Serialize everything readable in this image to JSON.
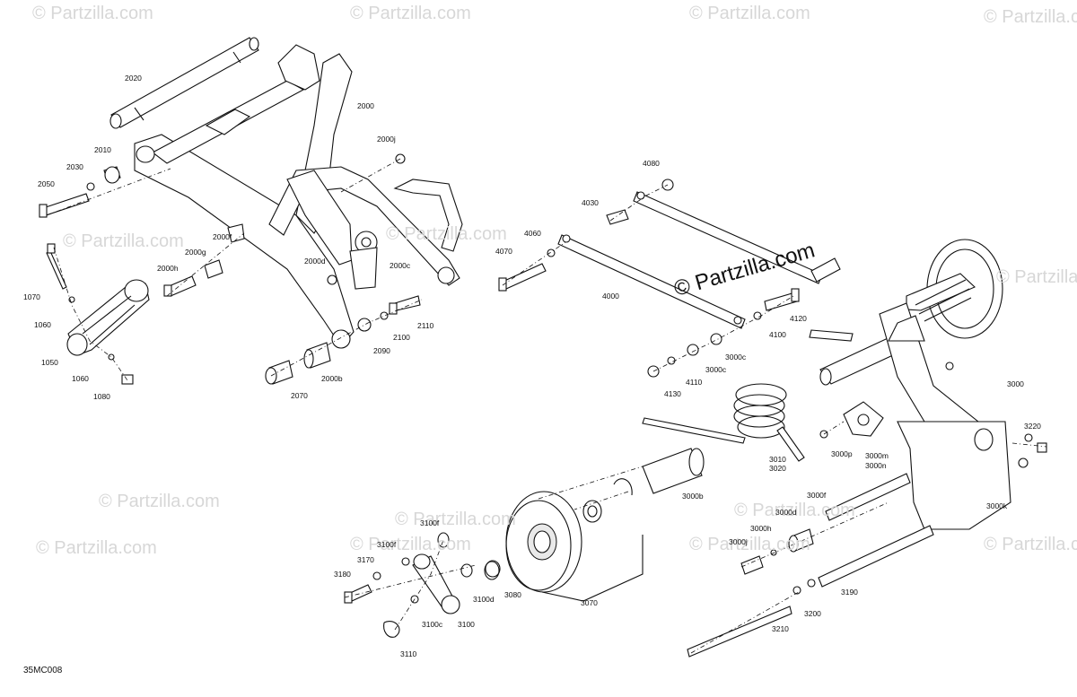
{
  "watermark_text": "© Partzilla.com",
  "center_watermark_text": "© Partzilla.com",
  "diagram_code": "35MC008",
  "labels": {
    "l2020": "2020",
    "l2000": "2000",
    "l2000j": "2000j",
    "l2010": "2010",
    "l2030": "2030",
    "l2050": "2050",
    "l2000f": "2000f",
    "l2000g": "2000g",
    "l2000h": "2000h",
    "l2000d": "2000d",
    "l2000c": "2000c",
    "l1070": "1070",
    "l1060a": "1060",
    "l1050": "1050",
    "l1060b": "1060",
    "l1080": "1080",
    "l2110": "2110",
    "l2100": "2100",
    "l2090": "2090",
    "l2000b": "2000b",
    "l2070": "2070",
    "l4080": "4080",
    "l4030": "4030",
    "l4060": "4060",
    "l4070": "4070",
    "l4000": "4000",
    "l4120": "4120",
    "l4100": "4100",
    "l3000c1": "3000c",
    "l3000c2": "3000c",
    "l4110": "4110",
    "l4130": "4130",
    "l3000": "3000",
    "l3220": "3220",
    "l3010": "3010",
    "l3020": "3020",
    "l3000p": "3000p",
    "l3000m": "3000m",
    "l3000n": "3000n",
    "l3000k": "3000k",
    "l3000b": "3000b",
    "l3000f": "3000f",
    "l3000d": "3000d",
    "l3000h": "3000h",
    "l3000j": "3000j",
    "l3190": "3190",
    "l3200": "3200",
    "l3210": "3210",
    "l3100f1": "3100f",
    "l3100f2": "3100f",
    "l3170": "3170",
    "l3180": "3180",
    "l3100d": "3100d",
    "l3080": "3080",
    "l3070": "3070",
    "l3100c": "3100c",
    "l3100": "3100",
    "l3110": "3110"
  }
}
